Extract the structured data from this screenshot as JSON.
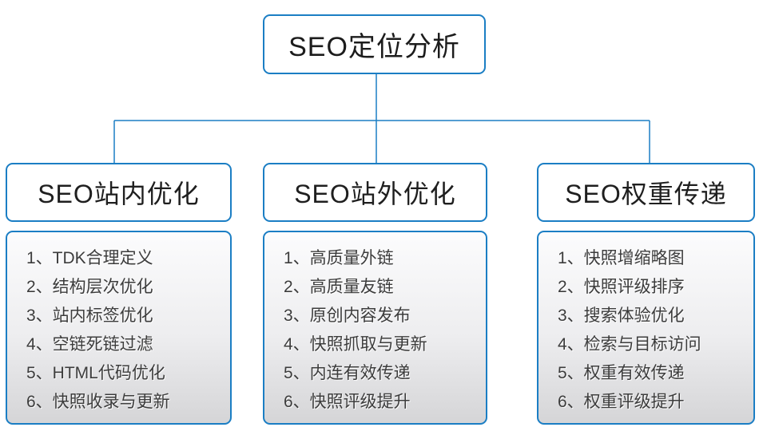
{
  "diagram": {
    "root": {
      "title": "SEO定位分析"
    },
    "columns": [
      {
        "title": "SEO站内优化",
        "items": [
          "1、TDK合理定义",
          "2、结构层次优化",
          "3、站内标签优化",
          "4、空链死链过滤",
          "5、HTML代码优化",
          "6、快照收录与更新"
        ]
      },
      {
        "title": "SEO站外优化",
        "items": [
          "1、高质量外链",
          "2、高质量友链",
          "3、原创内容发布",
          "4、快照抓取与更新",
          "5、内连有效传递",
          "6、快照评级提升"
        ]
      },
      {
        "title": "SEO权重传递",
        "items": [
          "1、快照增缩略图",
          "2、快照评级排序",
          "3、搜索体验优化",
          "4、检索与目标访问",
          "5、权重有效传递",
          "6、权重评级提升"
        ]
      }
    ],
    "colors": {
      "border_blue": "#1b7ec4",
      "connector_blue": "#1b7ec4",
      "list_gradient_top": "#fcfcfd",
      "list_gradient_bottom": "#d5d5d7",
      "text_dark": "#1c1c1c",
      "list_text": "#3c3c3c"
    }
  }
}
